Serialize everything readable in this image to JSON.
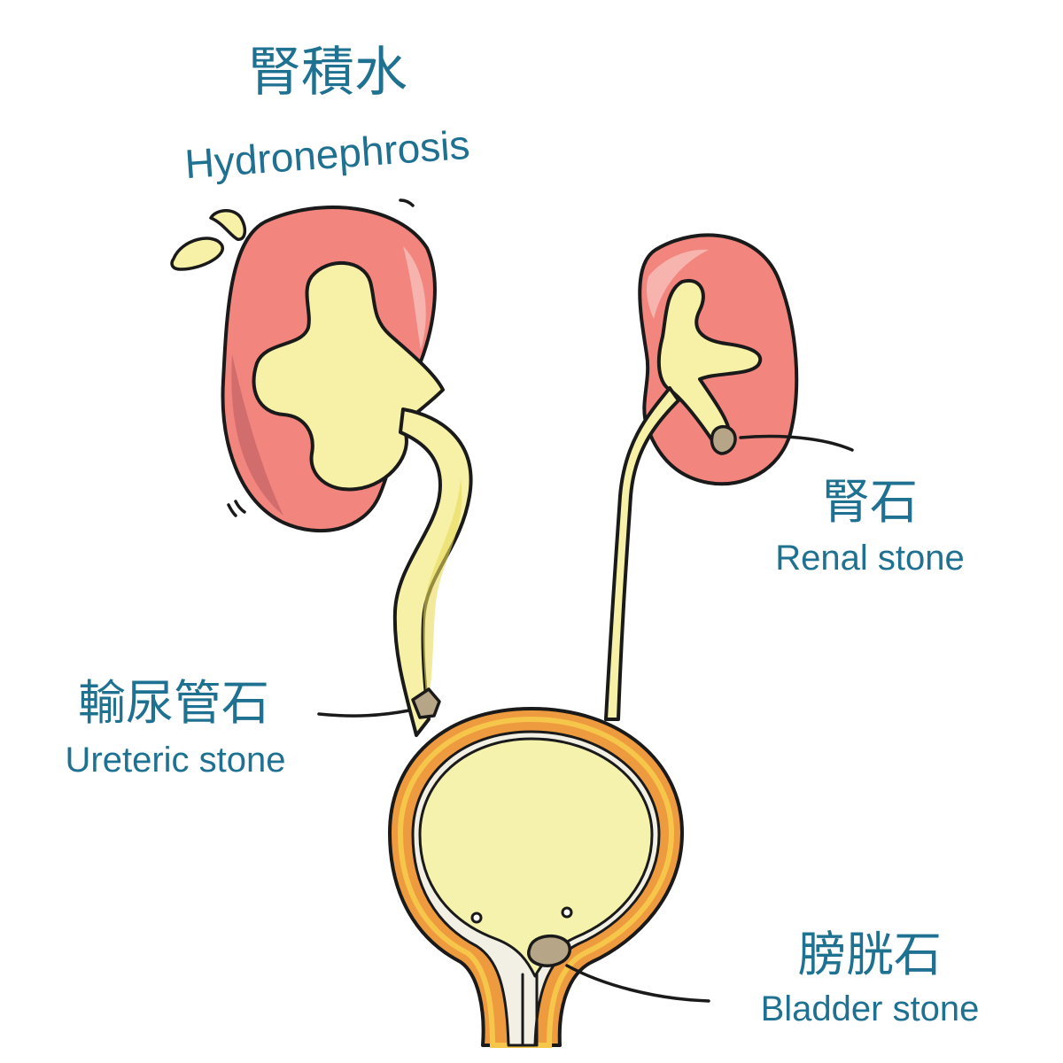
{
  "labels": {
    "hydronephrosis": {
      "zh": "腎積水",
      "en": "Hydronephrosis"
    },
    "renal_stone": {
      "zh": "腎石",
      "en": "Renal stone"
    },
    "ureteric_stone": {
      "zh": "輸尿管石",
      "en": "Ureteric stone"
    },
    "bladder_stone": {
      "zh": "膀胱石",
      "en": "Bladder stone"
    }
  },
  "colors": {
    "label_text": "#1f7191",
    "kidney_cortex": "#f2857e",
    "kidney_highlight": "#f7b3ad",
    "kidney_shadow": "#c9676a",
    "urine": "#f6f1a6",
    "urine_stroke": "#e4d96a",
    "bladder_wall": "#ee9a3e",
    "bladder_wall_inner": "#f6c64a",
    "bladder_inner": "#f5f2ae",
    "stone": "#b7a587",
    "outline": "#1a1a1a"
  }
}
